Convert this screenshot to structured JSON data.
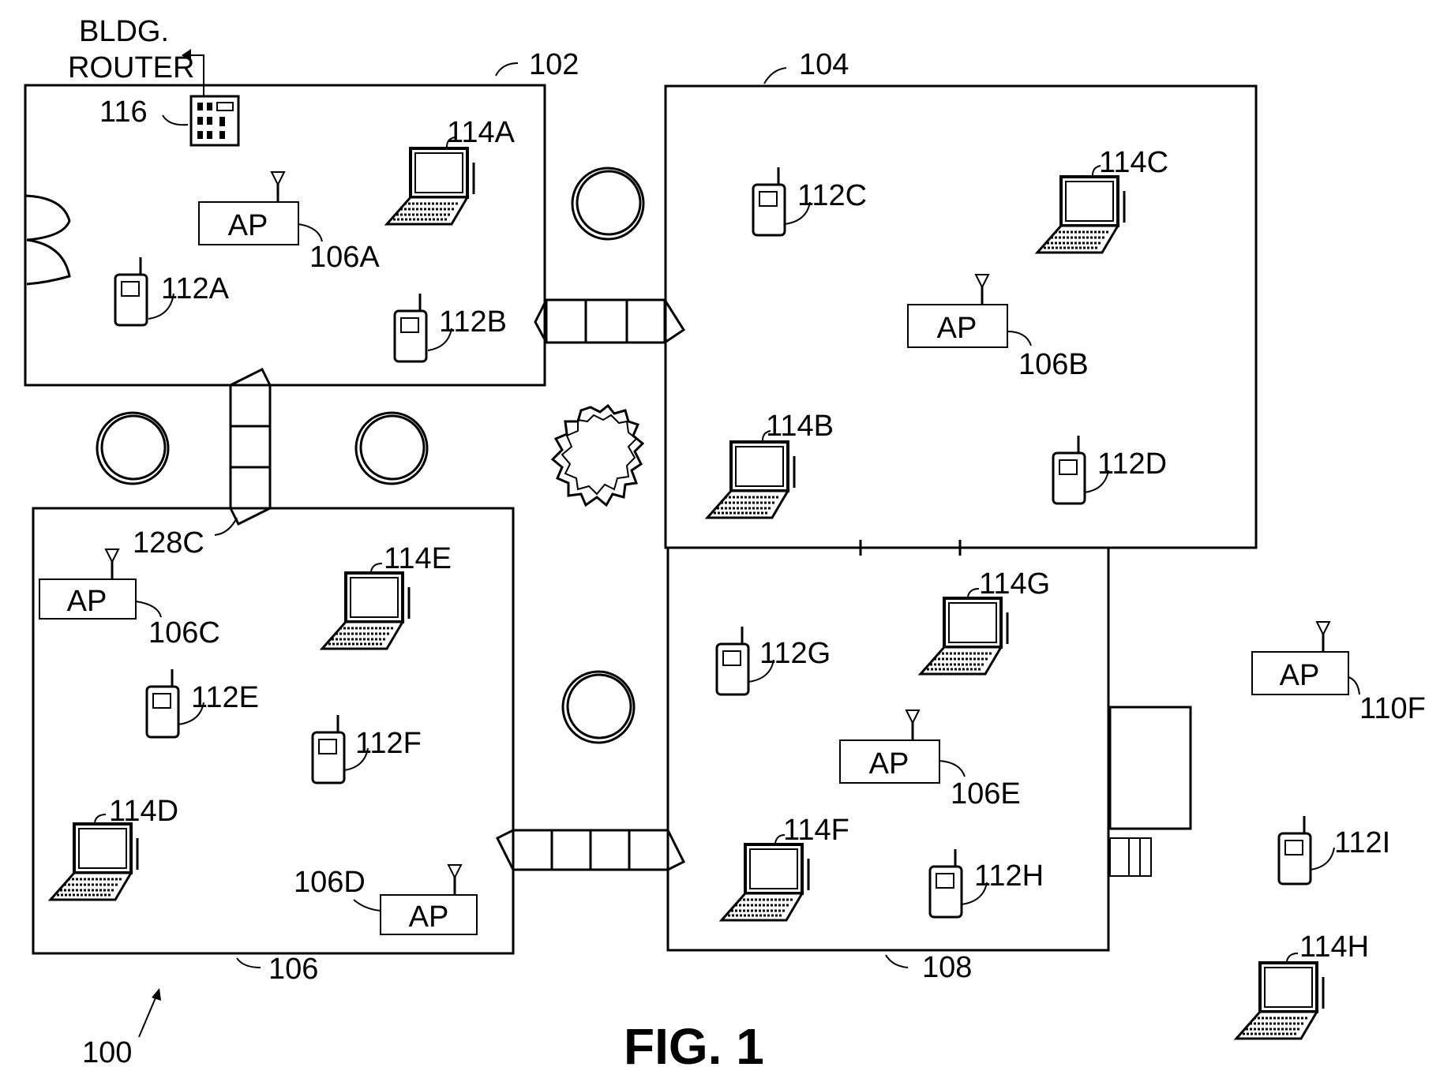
{
  "figure_label": "FIG. 1",
  "system_ref": "100",
  "router": {
    "label_line1": "BLDG.",
    "label_line2": "ROUTER",
    "ref": "116"
  },
  "rooms": {
    "r102": "102",
    "r104": "104",
    "r106": "106",
    "r108": "108"
  },
  "door_ref": "128C",
  "ap_text": "AP",
  "access_points": {
    "a": "106A",
    "b": "106B",
    "c": "106C",
    "d": "106D",
    "e": "106E",
    "f": "110F"
  },
  "phones": {
    "a": "112A",
    "b": "112B",
    "c": "112C",
    "d": "112D",
    "e": "112E",
    "f": "112F",
    "g": "112G",
    "h": "112H",
    "i": "112I"
  },
  "laptops": {
    "a": "114A",
    "b": "114B",
    "c": "114C",
    "d": "114D",
    "e": "114E",
    "f": "114F",
    "g": "114G",
    "h": "114H"
  }
}
